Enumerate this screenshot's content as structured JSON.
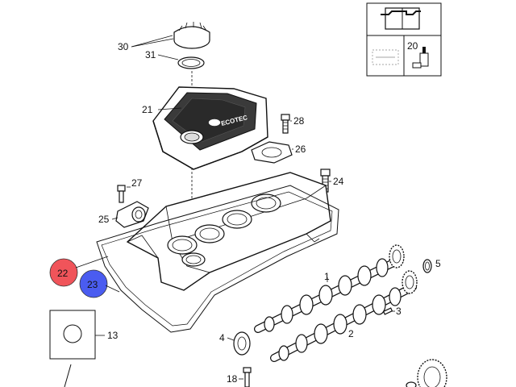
{
  "diagram": {
    "callouts": [
      {
        "id": "n30",
        "text": "30"
      },
      {
        "id": "n31",
        "text": "31"
      },
      {
        "id": "n21",
        "text": "21"
      },
      {
        "id": "n28",
        "text": "28"
      },
      {
        "id": "n26",
        "text": "26"
      },
      {
        "id": "n27",
        "text": "27"
      },
      {
        "id": "n24",
        "text": "24"
      },
      {
        "id": "n25",
        "text": "25"
      },
      {
        "id": "n5",
        "text": "5"
      },
      {
        "id": "n1",
        "text": "1"
      },
      {
        "id": "n3",
        "text": "3"
      },
      {
        "id": "n2",
        "text": "2"
      },
      {
        "id": "n4",
        "text": "4"
      },
      {
        "id": "n13",
        "text": "13"
      },
      {
        "id": "n18",
        "text": "18"
      }
    ],
    "markers": [
      {
        "id": "m22",
        "text": "22",
        "color": "#f0545a"
      },
      {
        "id": "m23",
        "text": "23",
        "color": "#4a5cf0"
      }
    ],
    "cover_brand": "ECOTEC",
    "legend": {
      "tool_ref": "20"
    }
  }
}
